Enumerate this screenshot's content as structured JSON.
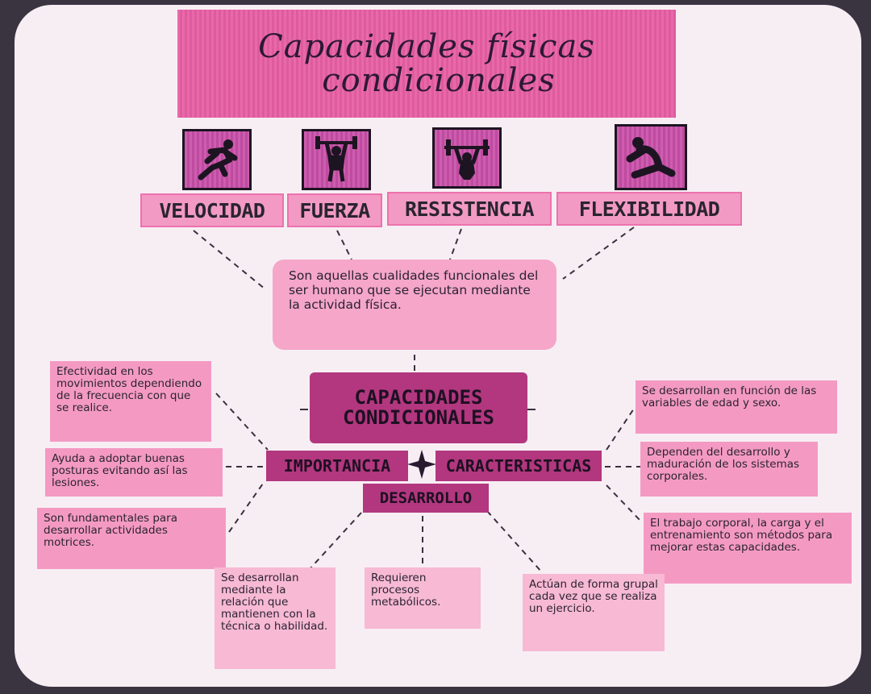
{
  "title": {
    "line1": "Capacidades físicas",
    "line2": "condicionales"
  },
  "capacities": [
    {
      "label": "VELOCIDAD",
      "icon": "runner-icon"
    },
    {
      "label": "FUERZA",
      "icon": "weightlifter-icon"
    },
    {
      "label": "RESISTENCIA",
      "icon": "barbell-lift-icon"
    },
    {
      "label": "FLEXIBILIDAD",
      "icon": "stretching-icon"
    }
  ],
  "definition": "Son aquellas cualidades funcionales del ser humano que se ejecutan mediante la actividad física.",
  "center": {
    "title": "CAPACIDADES CONDICIONALES",
    "importance": "IMPORTANCIA",
    "characteristics": "CARACTERISTICAS",
    "development": "DESARROLLO"
  },
  "importance_notes": [
    "Efectividad en los movimientos dependiendo de la frecuencia con que se realice.",
    "Ayuda a adoptar buenas posturas evitando así las lesiones.",
    "Son fundamentales para desarrollar actividades motrices."
  ],
  "characteristics_notes": [
    "Se desarrollan en función de las variables de edad y sexo.",
    "Dependen del desarrollo y maduración de los sistemas corporales.",
    "El trabajo corporal, la carga y el entrenamiento son métodos para mejorar estas capacidades."
  ],
  "development_notes": [
    "Se desarrollan mediante la relación que mantienen con la técnica o habilidad.",
    "Requieren procesos metabólicos.",
    "Actúan de forma grupal cada vez que se realiza un ejercicio."
  ],
  "colors": {
    "title_bg": "#e65ea3",
    "hub_bg": "#b2377f",
    "note_bg": "#f49ac2",
    "paper": "#f7eef4"
  }
}
